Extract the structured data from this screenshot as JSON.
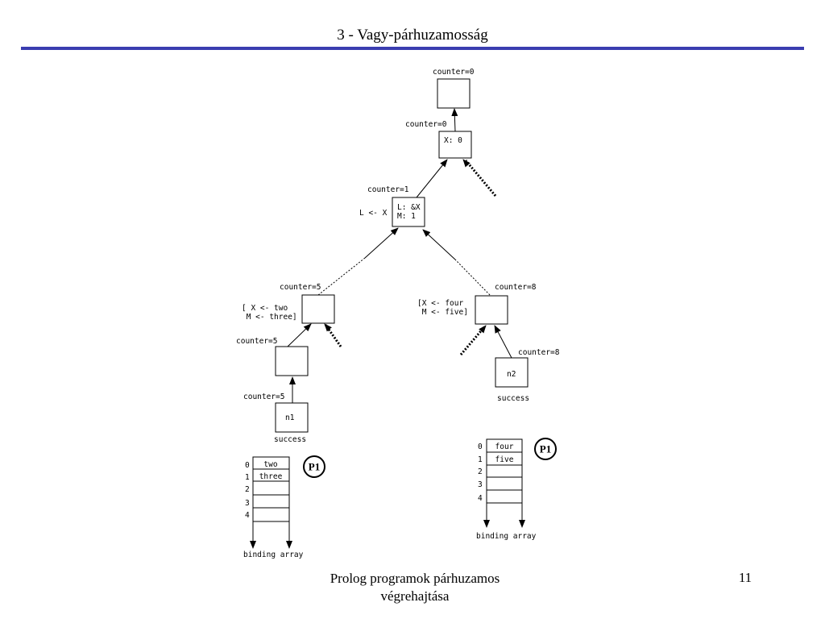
{
  "header": {
    "title": "3 - Vagy-párhuzamosság"
  },
  "footer": {
    "line1": "Prolog programok párhuzamos",
    "line2": "végrehajtása",
    "page": "11"
  },
  "diagram": {
    "nodes": {
      "root": {
        "counter": "counter=0"
      },
      "x": {
        "counter": "counter=0",
        "content": "X: 0"
      },
      "lm": {
        "counter": "counter=1",
        "content1": "L: &X",
        "content2": "M: 1",
        "side": "L <- X"
      },
      "left": {
        "counter": "counter=5",
        "side1": "[ X <- two",
        "side2": " M <- three]"
      },
      "leftmid": {
        "counter": "counter=5"
      },
      "n1": {
        "counter": "counter=5",
        "label": "n1",
        "status": "success"
      },
      "right": {
        "counter": "counter=8",
        "side1": "[X <- four",
        "side2": " M <- five]"
      },
      "n2": {
        "counter": "counter=8",
        "label": "n2",
        "status": "success"
      }
    },
    "binding_left": {
      "indices": [
        "0",
        "1",
        "2",
        "3",
        "4"
      ],
      "cells": [
        "two",
        "three",
        "",
        "",
        ""
      ],
      "badge": "P1",
      "caption": "binding array"
    },
    "binding_right": {
      "indices": [
        "0",
        "1",
        "2",
        "3",
        "4"
      ],
      "cells": [
        "four",
        "five",
        "",
        "",
        ""
      ],
      "badge": "P1",
      "caption": "binding array"
    }
  }
}
